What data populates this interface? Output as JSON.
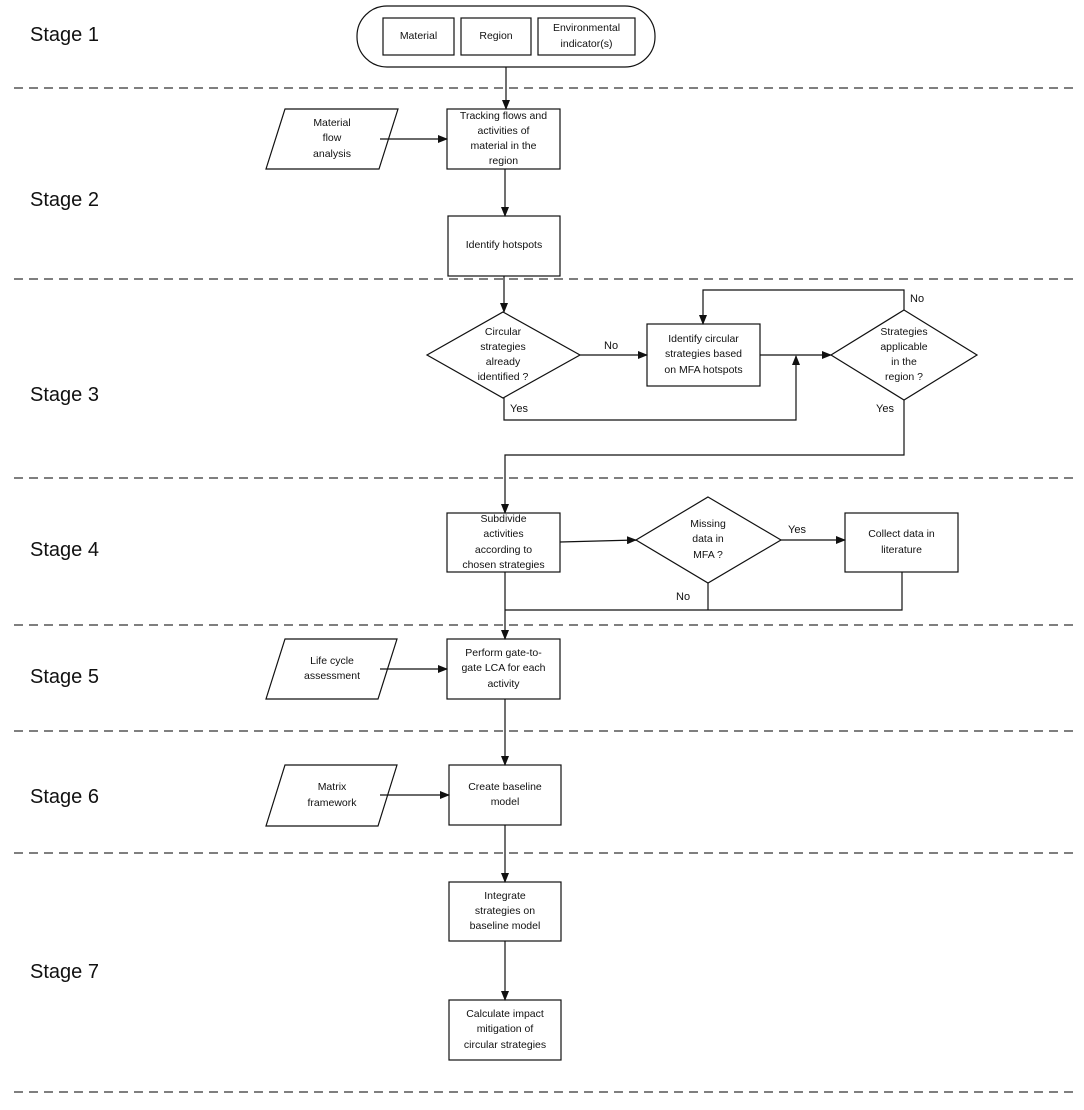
{
  "stages": [
    "Stage 1",
    "Stage 2",
    "Stage 3",
    "Stage 4",
    "Stage 5",
    "Stage 6",
    "Stage 7"
  ],
  "nodes": {
    "material": "Material",
    "region": "Region",
    "env_indicators": "Environmental\nindicator(s)",
    "mfa_input": "Material\nflow\nanalysis",
    "tracking": "Tracking flows and\nactivities of\nmaterial in the\nregion",
    "hotspots": "Identify hotspots",
    "circular_identified": "Circular\nstrategies\nalready\nidentified ?",
    "identify_circular": "Identify circular\nstrategies based\non MFA hotspots",
    "strategies_applicable": "Strategies\napplicable\nin the\nregion ?",
    "subdivide": "Subdivide\nactivities\naccording to\nchosen strategies",
    "missing_data": "Missing\ndata in\nMFA ?",
    "collect_data": "Collect data in\nliterature",
    "lca_input": "Life cycle\nassessment",
    "perform_lca": "Perform gate-to-\ngate LCA for each\nactivity",
    "matrix_input": "Matrix\nframework",
    "baseline": "Create baseline\nmodel",
    "integrate": "Integrate\nstrategies on\nbaseline model",
    "calculate": "Calculate impact\nmitigation of\ncircular strategies"
  },
  "edge_labels": {
    "no_to_identify": "No",
    "yes_loop_back": "Yes",
    "no_loop_top": "No",
    "yes_to_subdivide": "Yes",
    "yes_to_collect": "Yes",
    "no_missing": "No"
  }
}
